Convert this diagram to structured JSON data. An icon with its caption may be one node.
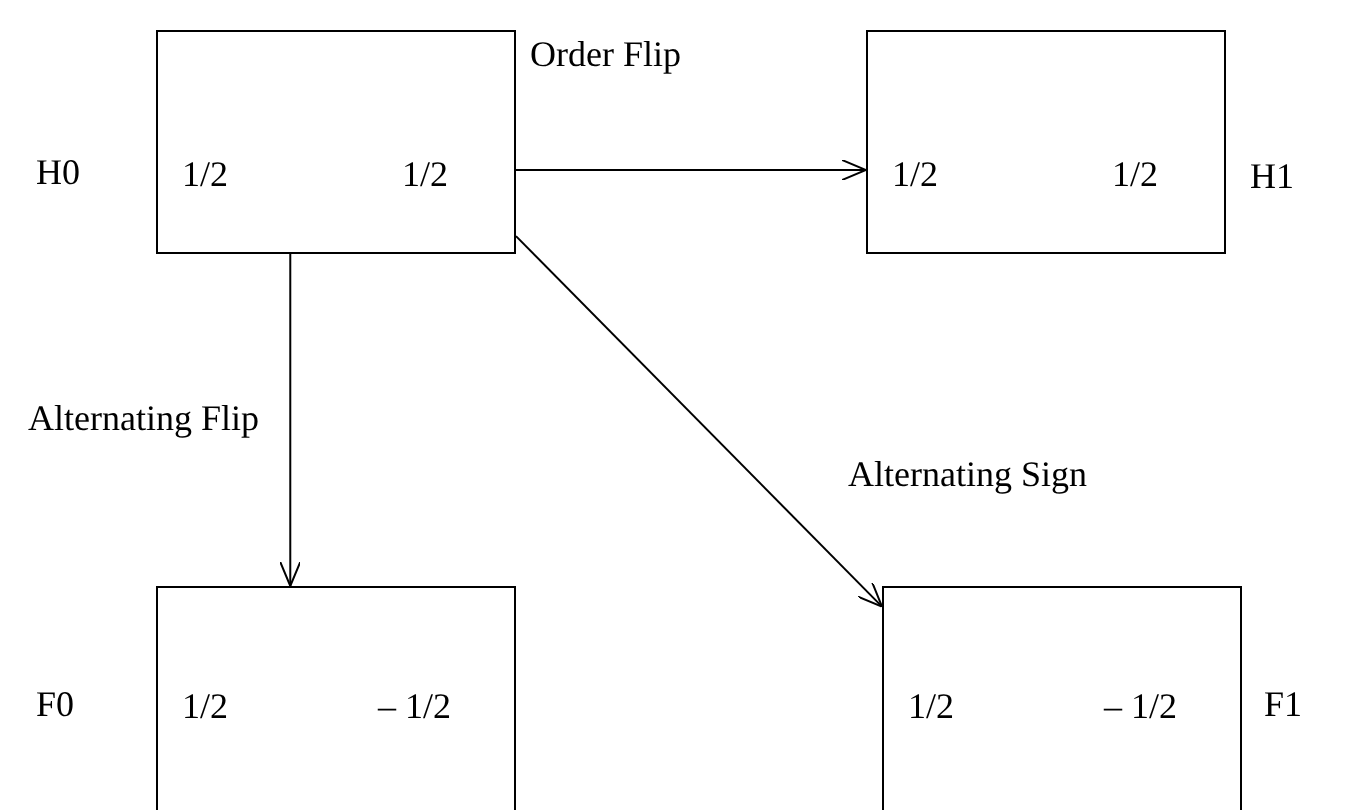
{
  "diagram": {
    "nodes": [
      {
        "text": [
          "1/2",
          "1/2"
        ],
        "beside": [
          "H0"
        ]
      },
      {
        "text": [
          "1/2",
          "1/2"
        ],
        "beside": [
          "H1"
        ]
      },
      {
        "text": [
          "1/2",
          "– 1/2"
        ],
        "beside": [
          "F0"
        ]
      },
      {
        "text": [
          "1/2",
          "– 1/2"
        ],
        "beside": [
          "F1"
        ]
      }
    ],
    "edges": [
      {
        "from": 0,
        "to": 1,
        "arrow": "to",
        "label": "Order Flip"
      },
      {
        "from": 0,
        "to": 2,
        "arrow": "to",
        "label": "Alternating Flip"
      },
      {
        "from": 0,
        "to": 3,
        "arrow": "to",
        "label": "Alternating Sign"
      }
    ]
  }
}
